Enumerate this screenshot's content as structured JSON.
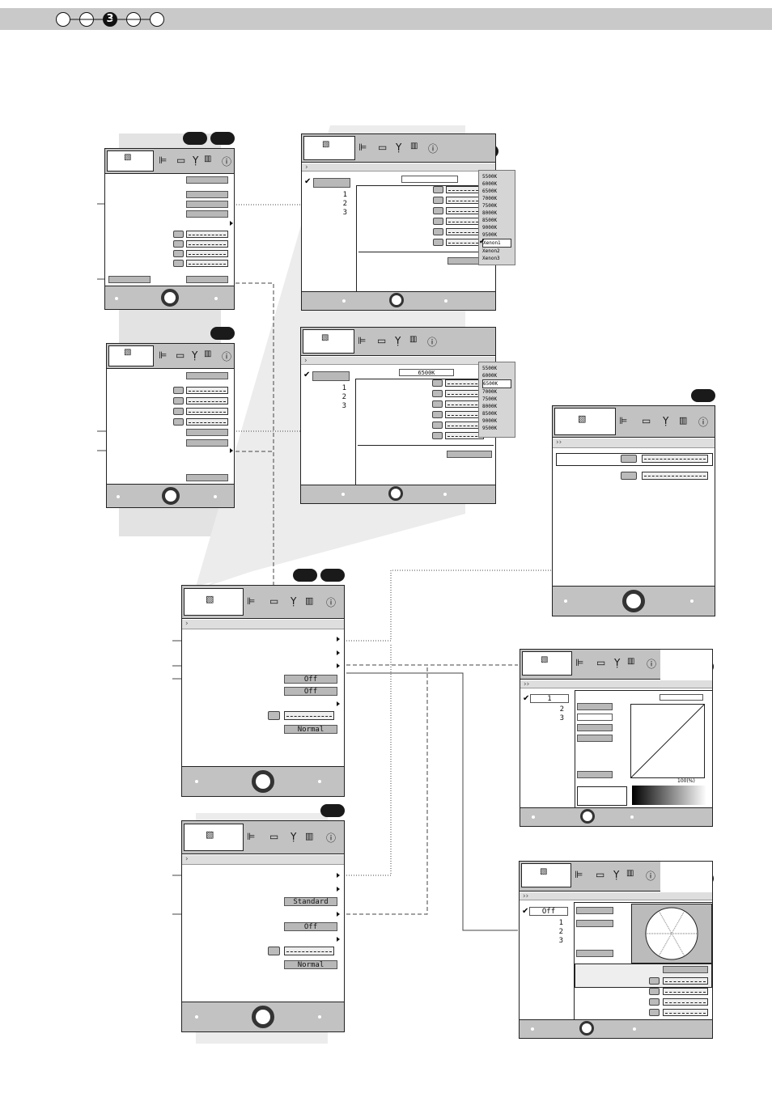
{
  "header": {
    "steps": [
      "",
      "",
      "3",
      "",
      ""
    ],
    "active_step_index": 2
  },
  "menus": {
    "color_temp_list": [
      "5500K",
      "6000K",
      "6500K",
      "7000K",
      "7500K",
      "8000K",
      "8500K",
      "9000K",
      "9500K",
      "Xenon1",
      "Xenon2",
      "Xenon3"
    ],
    "color_temp_list_short": [
      "5500K",
      "6000K",
      "6500K",
      "7000K",
      "7500K",
      "8000K",
      "8500K",
      "9000K",
      "9500K"
    ],
    "color_temp_selected": "Xenon1",
    "color_temp_value": "6500K",
    "row_numbers": [
      "1",
      "2",
      "3"
    ],
    "main_a": {
      "values": [
        "Off",
        "Off",
        "Normal"
      ]
    },
    "main_b": {
      "values": [
        "Standard",
        "Off",
        "Normal"
      ]
    },
    "gamma": {
      "axis_label": "100(%)"
    },
    "cms": {
      "value": "Off"
    }
  },
  "icons": [
    "picture-icon",
    "input-icon",
    "screen-icon",
    "tool-icon",
    "panel-icon",
    "info-icon",
    "lifebuoy-icon"
  ]
}
